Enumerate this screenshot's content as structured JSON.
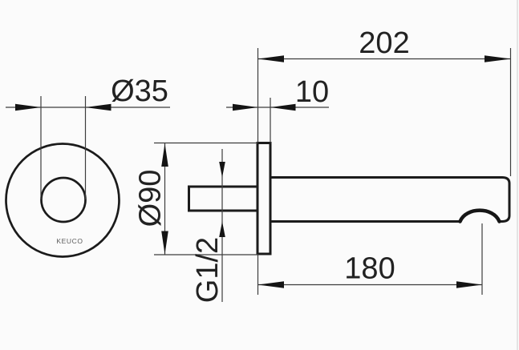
{
  "drawing": {
    "labels": {
      "overall_length": "202",
      "escutcheon_thickness": "10",
      "spout_diameter": "Ø35",
      "escutcheon_diameter": "Ø90",
      "connection_thread": "G1/2",
      "outlet_projection": "180",
      "logo": "KEUCO"
    },
    "colors": {
      "background": "#fbfbfb",
      "outline": "#1b1b1b",
      "dimension_line": "#3d3d3d",
      "text": "#222222"
    }
  }
}
